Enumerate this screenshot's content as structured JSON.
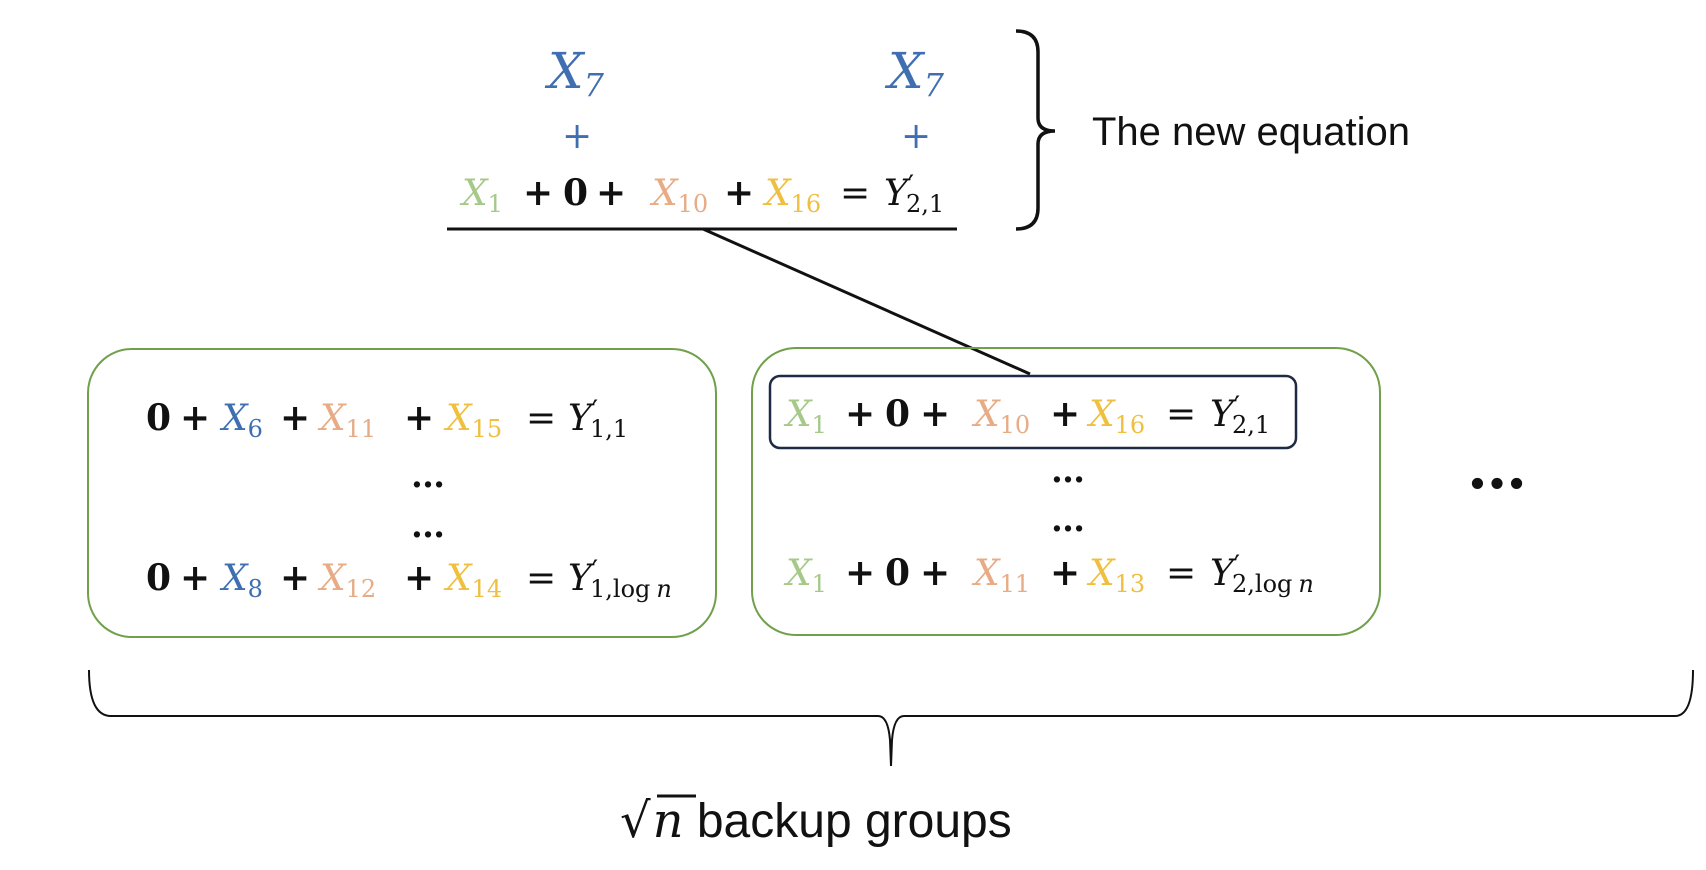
{
  "colors": {
    "blue": "#3f6fb1",
    "green": "#a6c98a",
    "orange": "#e7ab85",
    "yellow": "#f0bf3f",
    "black": "#111111",
    "box_green": "#70a04a",
    "box_navy": "#1f2a44"
  },
  "top": {
    "x7_left": "X",
    "x7_right": "X",
    "x7_sub": "7",
    "plus_left": "+",
    "plus_right": "+",
    "equation": {
      "x1": "X",
      "x1_sub": "1",
      "plus1": "+",
      "zero": "0",
      "plus2": "+",
      "x10": "X",
      "x10_sub": "10",
      "plus3": "+",
      "x16": "X",
      "x16_sub": "16",
      "eq": "=",
      "y": "Y",
      "y_prime": "′",
      "y_sub": "2,1"
    },
    "brace_label": "The new equation"
  },
  "groups": [
    {
      "rows": [
        {
          "zero": "0",
          "p1": "+",
          "a": "X",
          "a_sub": "6",
          "a_color": "blue",
          "p2": "+",
          "b": "X",
          "b_sub": "11",
          "b_color": "orange",
          "p3": "+",
          "c": "X",
          "c_sub": "15",
          "c_color": "yellow",
          "eq": "=",
          "y": "Y",
          "y_prime": "′",
          "y_sub": "1,1"
        },
        {
          "zero": "0",
          "p1": "+",
          "a": "X",
          "a_sub": "8",
          "a_color": "blue",
          "p2": "+",
          "b": "X",
          "b_sub": "12",
          "b_color": "orange",
          "p3": "+",
          "c": "X",
          "c_sub": "14",
          "c_color": "yellow",
          "eq": "=",
          "y": "Y",
          "y_prime": "′",
          "y_sub": "1,log",
          "y_sub_var": "n"
        }
      ],
      "dots1": "…",
      "dots2": "…"
    },
    {
      "rows": [
        {
          "a": "X",
          "a_sub": "1",
          "a_color": "green",
          "p1": "+",
          "zero": "0",
          "p2": "+",
          "b": "X",
          "b_sub": "10",
          "b_color": "orange",
          "p3": "+",
          "c": "X",
          "c_sub": "16",
          "c_color": "yellow",
          "eq": "=",
          "y": "Y",
          "y_prime": "′",
          "y_sub": "2,1"
        },
        {
          "a": "X",
          "a_sub": "1",
          "a_color": "green",
          "p1": "+",
          "zero": "0",
          "p2": "+",
          "b": "X",
          "b_sub": "11",
          "b_color": "orange",
          "p3": "+",
          "c": "X",
          "c_sub": "13",
          "c_color": "yellow",
          "eq": "=",
          "y": "Y",
          "y_prime": "′",
          "y_sub": "2,log",
          "y_sub_var": "n"
        }
      ],
      "dots1": "…",
      "dots2": "…"
    }
  ],
  "more_groups": "…",
  "bottom_label": {
    "sqrt": "√",
    "n": "n",
    "text": " backup groups"
  }
}
